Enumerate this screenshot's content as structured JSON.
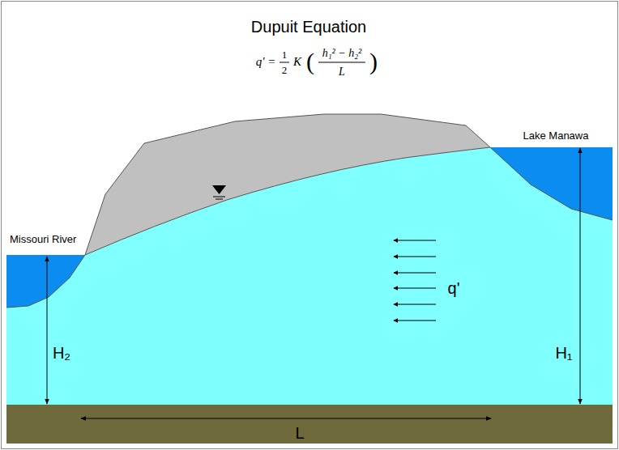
{
  "diagram": {
    "title": "Dupuit Equation",
    "labels": [
      "q' =",
      "1",
      "2",
      "K",
      "(",
      "h₁² − h₂²",
      "L",
      ")",
      "Missouri River",
      "Lake Manawa",
      "q'",
      "H₂",
      "H₁",
      "L"
    ]
  }
}
